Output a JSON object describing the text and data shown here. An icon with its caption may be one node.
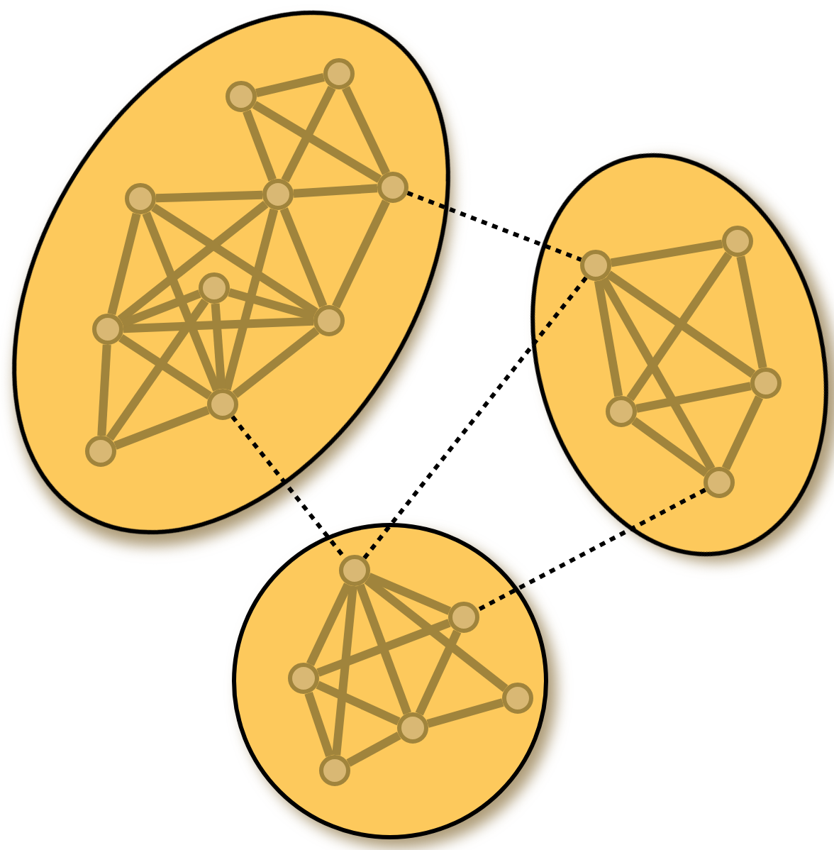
{
  "diagram": {
    "nodes": [
      {
        "text": [],
        "shape": "ellipse"
      },
      {
        "text": [],
        "shape": "circle",
        "in": 0
      },
      {
        "text": [],
        "shape": "circle",
        "in": 0
      },
      {
        "text": [],
        "shape": "circle",
        "in": 0
      },
      {
        "text": [],
        "shape": "circle",
        "in": 0
      },
      {
        "text": [],
        "shape": "circle",
        "in": 0
      },
      {
        "text": [],
        "shape": "circle",
        "in": 0
      },
      {
        "text": [],
        "shape": "circle",
        "in": 0
      },
      {
        "text": [],
        "shape": "circle",
        "in": 0
      },
      {
        "text": [],
        "shape": "circle",
        "in": 0
      },
      {
        "text": [],
        "shape": "circle",
        "in": 0
      },
      {
        "text": [],
        "shape": "ellipse"
      },
      {
        "text": [],
        "shape": "circle",
        "in": 11
      },
      {
        "text": [],
        "shape": "circle",
        "in": 11
      },
      {
        "text": [],
        "shape": "circle",
        "in": 11
      },
      {
        "text": [],
        "shape": "circle",
        "in": 11
      },
      {
        "text": [],
        "shape": "circle",
        "in": 11
      },
      {
        "text": [],
        "shape": "circle"
      },
      {
        "text": [],
        "shape": "circle",
        "in": 17
      },
      {
        "text": [],
        "shape": "circle",
        "in": 17
      },
      {
        "text": [],
        "shape": "circle",
        "in": 17
      },
      {
        "text": [],
        "shape": "circle",
        "in": 17
      },
      {
        "text": [],
        "shape": "circle",
        "in": 17
      },
      {
        "text": [],
        "shape": "circle",
        "in": 17
      }
    ],
    "edges": [
      {
        "from": 1,
        "to": 2,
        "arrow": "none"
      },
      {
        "from": 1,
        "to": 4,
        "arrow": "none"
      },
      {
        "from": 1,
        "to": 3,
        "arrow": "none"
      },
      {
        "from": 2,
        "to": 3,
        "arrow": "none"
      },
      {
        "from": 2,
        "to": 4,
        "arrow": "none"
      },
      {
        "from": 3,
        "to": 4,
        "arrow": "none"
      },
      {
        "from": 5,
        "to": 3,
        "arrow": "none"
      },
      {
        "from": 4,
        "to": 8,
        "arrow": "none"
      },
      {
        "from": 3,
        "to": 8,
        "arrow": "none"
      },
      {
        "from": 3,
        "to": 7,
        "arrow": "none"
      },
      {
        "from": 3,
        "to": 9,
        "arrow": "none"
      },
      {
        "from": 5,
        "to": 8,
        "arrow": "none"
      },
      {
        "from": 5,
        "to": 7,
        "arrow": "none"
      },
      {
        "from": 5,
        "to": 9,
        "arrow": "none"
      },
      {
        "from": 7,
        "to": 8,
        "arrow": "none"
      },
      {
        "from": 7,
        "to": 6,
        "arrow": "none"
      },
      {
        "from": 7,
        "to": 9,
        "arrow": "none"
      },
      {
        "from": 6,
        "to": 8,
        "arrow": "none"
      },
      {
        "from": 6,
        "to": 9,
        "arrow": "none"
      },
      {
        "from": 9,
        "to": 8,
        "arrow": "none"
      },
      {
        "from": 10,
        "to": 7,
        "arrow": "none"
      },
      {
        "from": 10,
        "to": 9,
        "arrow": "none"
      },
      {
        "from": 10,
        "to": 6,
        "arrow": "none"
      },
      {
        "from": 12,
        "to": 13,
        "arrow": "none"
      },
      {
        "from": 12,
        "to": 14,
        "arrow": "none"
      },
      {
        "from": 12,
        "to": 15,
        "arrow": "none"
      },
      {
        "from": 12,
        "to": 16,
        "arrow": "none"
      },
      {
        "from": 13,
        "to": 15,
        "arrow": "none"
      },
      {
        "from": 13,
        "to": 14,
        "arrow": "none"
      },
      {
        "from": 15,
        "to": 14,
        "arrow": "none"
      },
      {
        "from": 15,
        "to": 16,
        "arrow": "none"
      },
      {
        "from": 14,
        "to": 16,
        "arrow": "none"
      },
      {
        "from": 18,
        "to": 19,
        "arrow": "none"
      },
      {
        "from": 18,
        "to": 20,
        "arrow": "none"
      },
      {
        "from": 18,
        "to": 22,
        "arrow": "none"
      },
      {
        "from": 18,
        "to": 23,
        "arrow": "none"
      },
      {
        "from": 18,
        "to": 21,
        "arrow": "none"
      },
      {
        "from": 20,
        "to": 19,
        "arrow": "none"
      },
      {
        "from": 20,
        "to": 22,
        "arrow": "none"
      },
      {
        "from": 20,
        "to": 23,
        "arrow": "none"
      },
      {
        "from": 19,
        "to": 22,
        "arrow": "none"
      },
      {
        "from": 22,
        "to": 21,
        "arrow": "none"
      },
      {
        "from": 22,
        "to": 23,
        "arrow": "none"
      },
      {
        "from": 4,
        "to": 12,
        "arrow": "none",
        "style": "dashed",
        "color": "#000000"
      },
      {
        "from": 9,
        "to": 18,
        "arrow": "none",
        "style": "dashed",
        "color": "#000000"
      },
      {
        "from": 12,
        "to": 18,
        "arrow": "none",
        "style": "dashed",
        "color": "#000000"
      },
      {
        "from": 16,
        "to": 19,
        "arrow": "none",
        "style": "dashed",
        "color": "#000000"
      }
    ]
  }
}
